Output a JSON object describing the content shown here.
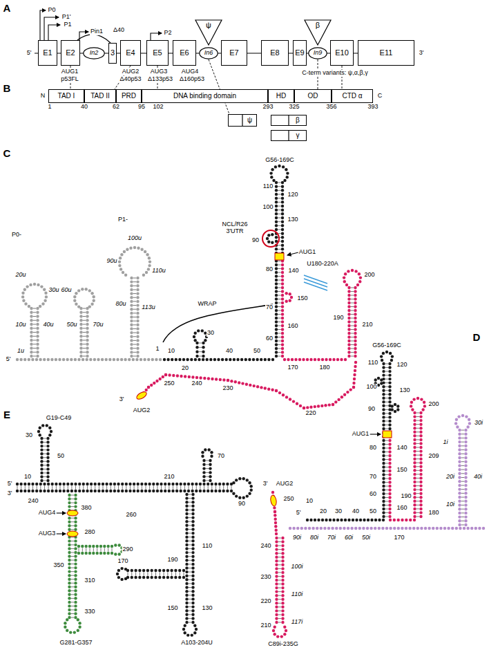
{
  "diagram": {
    "nodes": [
      {
        "text": [
          "E1"
        ]
      },
      {
        "text": [
          "E2"
        ]
      },
      {
        "text": [
          "In2"
        ]
      },
      {
        "text": [
          "3"
        ]
      },
      {
        "text": [
          "E4"
        ]
      },
      {
        "text": [
          "E5"
        ]
      },
      {
        "text": [
          "E6"
        ]
      },
      {
        "text": [
          "In6"
        ]
      },
      {
        "text": [
          "E7"
        ]
      },
      {
        "text": [
          "E8"
        ]
      },
      {
        "text": [
          "E9"
        ]
      },
      {
        "text": [
          "In9"
        ]
      },
      {
        "text": [
          "E10"
        ]
      },
      {
        "text": [
          "E11"
        ]
      },
      {
        "text": [
          "ψ"
        ]
      },
      {
        "text": [
          "β"
        ]
      },
      {
        "text": [
          "TAD I"
        ]
      },
      {
        "text": [
          "TAD II"
        ]
      },
      {
        "text": [
          "PRD"
        ]
      },
      {
        "text": [
          "DNA binding domain"
        ]
      },
      {
        "text": [
          "HD"
        ]
      },
      {
        "text": [
          "OD"
        ]
      },
      {
        "text": [
          "CTD α"
        ]
      },
      {
        "text": [
          "ψ"
        ]
      },
      {
        "text": [
          "β"
        ]
      },
      {
        "text": [
          "γ"
        ]
      }
    ],
    "edges": [
      {
        "from": 1,
        "to": 16,
        "arrow": "none"
      },
      {
        "from": 4,
        "to": 17,
        "arrow": "none"
      },
      {
        "from": 5,
        "to": 19,
        "arrow": "none"
      },
      {
        "from": 7,
        "to": 23,
        "arrow": "none"
      },
      {
        "from": 11,
        "to": 21,
        "arrow": "none"
      },
      {
        "from": 12,
        "to": 22,
        "arrow": "none"
      }
    ],
    "labels": [
      "A",
      "5'",
      "3'",
      "P0",
      "P1'",
      "P1",
      "Pin1",
      "Δ40",
      "P2",
      "AUG1",
      "p53FL",
      "AUG2",
      "Δ40p53",
      "AUG3",
      "Δ133p53",
      "AUG4",
      "Δ160p53",
      "C-term variants: ψ,α,β,γ",
      "B",
      "N",
      "C",
      "1",
      "40",
      "62",
      "95",
      "102",
      "293",
      "325",
      "356",
      "393",
      "C",
      "P0-",
      "P1-",
      "5'",
      "1u",
      "20u",
      "30u",
      "10u",
      "40u",
      "60u",
      "50u",
      "70u",
      "80u",
      "90u",
      "100u",
      "110u",
      "113u",
      "1",
      "10",
      "20",
      "30",
      "40",
      "50",
      "60",
      "70",
      "80",
      "90",
      "100",
      "110",
      "120",
      "130",
      "140",
      "150",
      "160",
      "170",
      "180",
      "190",
      "200",
      "210",
      "220",
      "230",
      "240",
      "250",
      "G56-169C",
      "NCL/R26 3'UTR",
      "AUG1",
      "U180-220A",
      "WRAP",
      "3'",
      "AUG2",
      "D",
      "G56-169C",
      "110",
      "120",
      "100",
      "130",
      "90",
      "AUG1",
      "80",
      "140",
      "200",
      "70",
      "150",
      "30i",
      "1i",
      "209",
      "190",
      "20i",
      "10i",
      "40i",
      "160",
      "60",
      "180",
      "170",
      "50",
      "40",
      "30",
      "20",
      "10",
      "250",
      "AUG2",
      "3'",
      "5'",
      "240",
      "90i",
      "80i",
      "70i",
      "60i",
      "50i",
      "100i",
      "230",
      "110i",
      "220",
      "117i",
      "210",
      "C89i-235G",
      "E",
      "G19-C49",
      "30",
      "50",
      "10",
      "5'",
      "3'",
      "240",
      "210",
      "70",
      "90",
      "260",
      "AUG4",
      "AUG3",
      "280",
      "290",
      "380",
      "350",
      "310",
      "330",
      "G281-G357",
      "110",
      "190",
      "170",
      "150",
      "130",
      "A103-204U"
    ]
  }
}
